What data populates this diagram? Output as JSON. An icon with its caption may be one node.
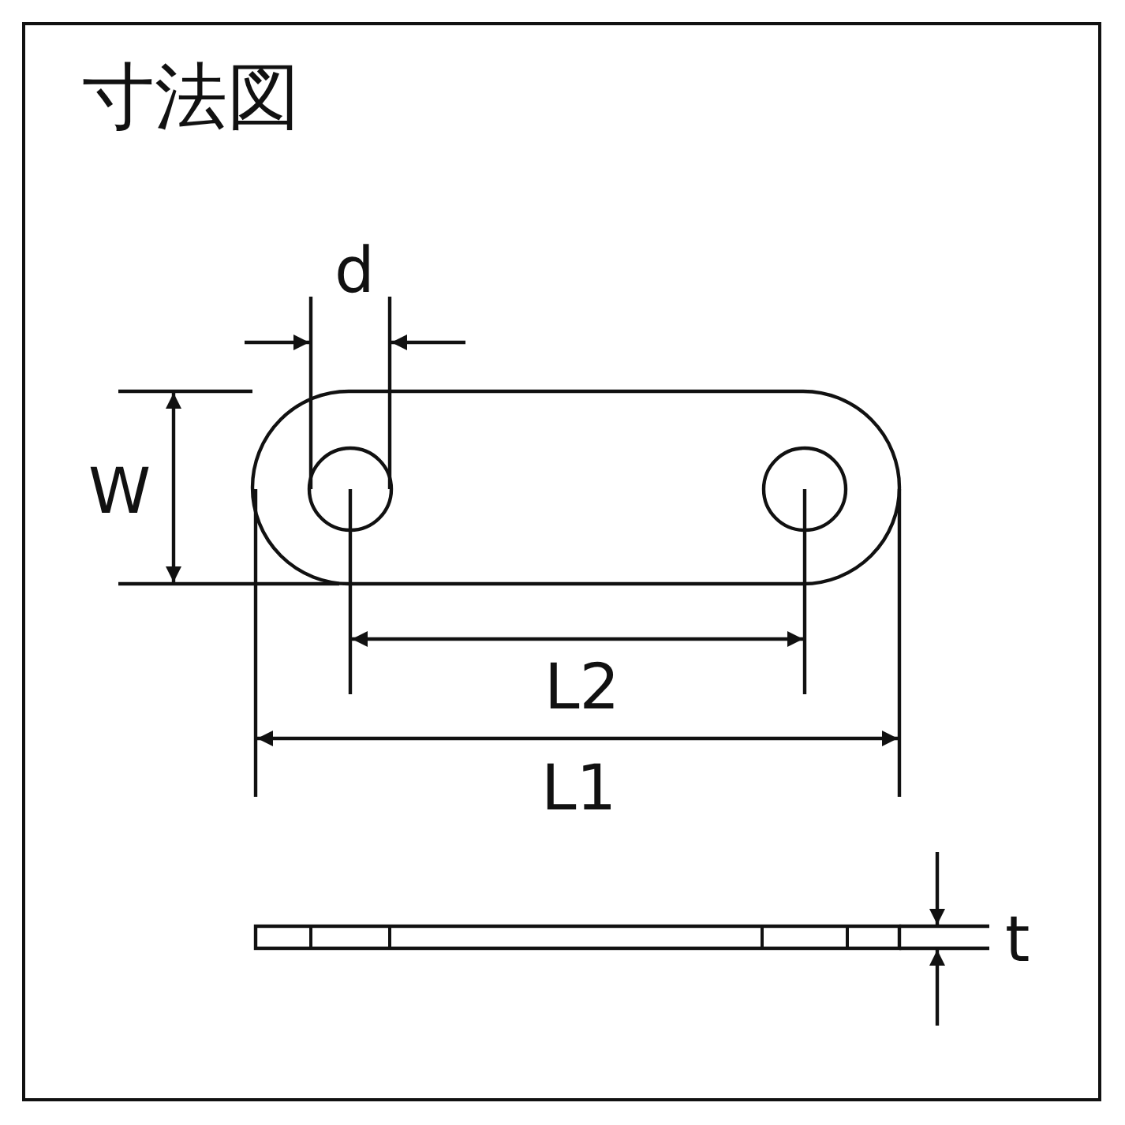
{
  "diagram": {
    "title": "寸法図",
    "labels": [
      "d",
      "W",
      "L2",
      "L1",
      "t"
    ]
  }
}
